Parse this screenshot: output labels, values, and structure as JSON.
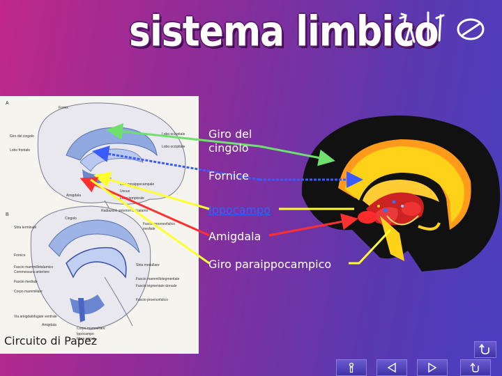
{
  "title": "sistema limbico",
  "labels": {
    "giro_cingolo": "Giro del\ncingolo",
    "fornice": "Fornice",
    "ippocampo": "Ippocampo",
    "amigdala": "Amigdala",
    "giro_paraippocampico": "Giro paraippocampico"
  },
  "caption": "Circuito di Papez",
  "colors": {
    "giro_cingolo": "#6ee06e",
    "fornice": "#3a5cff",
    "ippocampo": "#ffff30",
    "amigdala": "#ff3030",
    "giro_paraippocampico": "#ffff30"
  },
  "icons": {
    "return": "return-icon",
    "info": "info-icon",
    "prev": "previous-icon",
    "next": "next-icon",
    "last": "last-icon"
  }
}
